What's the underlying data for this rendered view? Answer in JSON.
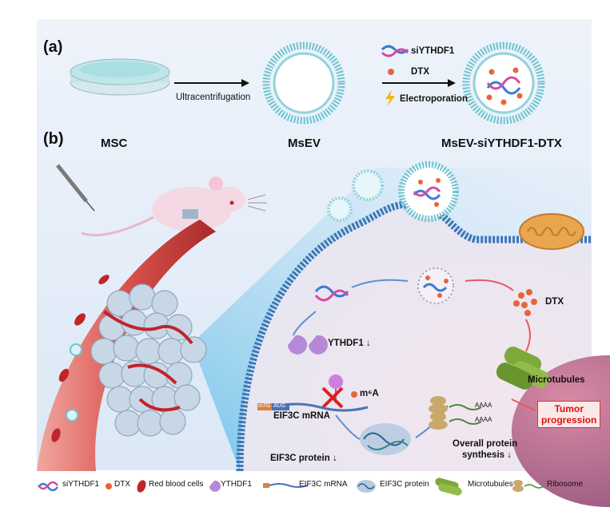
{
  "panel_a": {
    "label": "(a)",
    "step1": "Ultracentrifugation",
    "reagent1": "siYTHDF1",
    "reagent2": "DTX",
    "step2": "Electroporation",
    "stage1": "MSC",
    "stage2": "MsEV",
    "stage3": "MsEV-siYTHDF1-DTX"
  },
  "panel_b": {
    "label": "(b)",
    "dtx": "DTX",
    "ythdf1": "YTHDF1",
    "ythdf1_arrow": "↓",
    "m6a": "m⁶A",
    "mrna": "EIF3C mRNA",
    "protein": "EIF3C protein",
    "protein_arrow": "↓",
    "microtubules": "Microtubules",
    "aaaa1": "AAAA",
    "aaaa2": "AAAA",
    "tumor_line1": "Tumor",
    "tumor_line2": "progression",
    "synthesis_line1": "Overall protein",
    "synthesis_line2": "synthesis",
    "synthesis_arrow": "↓",
    "aug": "AUG",
    "cap": "m7G"
  },
  "legend": {
    "items": [
      "siYTHDF1",
      "DTX",
      "Red blood cells",
      "YTHDF1",
      "EIF3C mRNA",
      "EIF3C protein",
      "Microtubules",
      "Ribosome"
    ]
  },
  "colors": {
    "vesicle": "#6cc4cf",
    "dtx": "#e8643c",
    "rbc": "#c0242a",
    "ythdf1": "#b788d8",
    "microtubule": "#7ea83a",
    "membrane": "#3a78b8",
    "tumor_red": "#d11"
  }
}
